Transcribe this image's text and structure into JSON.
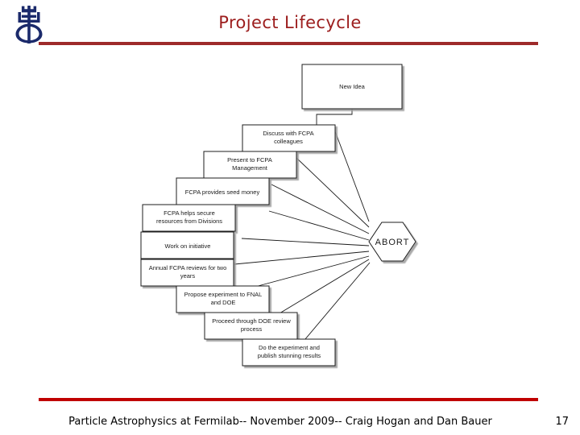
{
  "slide": {
    "title": "Project Lifecycle",
    "footer": "Particle Astrophysics at Fermilab-- November 2009-- Craig Hogan and Dan Bauer",
    "page_number": "17",
    "title_color": "#9c1d1d",
    "rule_color": "#c00000"
  },
  "logo": {
    "name": "fermilab-logo"
  },
  "diagram": {
    "type": "flowchart",
    "nodes": [
      {
        "id": "new-idea",
        "label_lines": [
          "New Idea"
        ],
        "shape": "rect"
      },
      {
        "id": "discuss",
        "label_lines": [
          "Discuss with FCPA",
          "colleagues"
        ],
        "shape": "rect"
      },
      {
        "id": "present",
        "label_lines": [
          "Present to FCPA",
          "Management"
        ],
        "shape": "rect"
      },
      {
        "id": "seed-money",
        "label_lines": [
          "FCPA provides seed money"
        ],
        "shape": "rect"
      },
      {
        "id": "secure",
        "label_lines": [
          "FCPA helps secure",
          "resources from Divisions"
        ],
        "shape": "rect"
      },
      {
        "id": "work",
        "label_lines": [
          "Work on initiative"
        ],
        "shape": "rect"
      },
      {
        "id": "annual-review",
        "label_lines": [
          "Annual FCPA reviews for two",
          "years"
        ],
        "shape": "rect"
      },
      {
        "id": "propose",
        "label_lines": [
          "Propose experiment to FNAL",
          "and DOE"
        ],
        "shape": "rect"
      },
      {
        "id": "doe-review",
        "label_lines": [
          "Proceed through DOE review",
          "process"
        ],
        "shape": "rect"
      },
      {
        "id": "do-experiment",
        "label_lines": [
          "Do the experiment and",
          "publish stunning results"
        ],
        "shape": "rect"
      },
      {
        "id": "abort",
        "label_lines": [
          "ABORT"
        ],
        "shape": "hexagon"
      }
    ],
    "edges": [
      {
        "from": "new-idea",
        "to": "discuss"
      },
      {
        "from": "discuss",
        "to": "present"
      },
      {
        "from": "present",
        "to": "seed-money"
      },
      {
        "from": "seed-money",
        "to": "secure"
      },
      {
        "from": "secure",
        "to": "work"
      },
      {
        "from": "work",
        "to": "annual-review"
      },
      {
        "from": "annual-review",
        "to": "propose"
      },
      {
        "from": "propose",
        "to": "doe-review"
      },
      {
        "from": "doe-review",
        "to": "do-experiment"
      },
      {
        "from": "discuss",
        "to": "abort"
      },
      {
        "from": "present",
        "to": "abort"
      },
      {
        "from": "seed-money",
        "to": "abort"
      },
      {
        "from": "secure",
        "to": "abort"
      },
      {
        "from": "work",
        "to": "abort"
      },
      {
        "from": "annual-review",
        "to": "abort"
      },
      {
        "from": "propose",
        "to": "abort"
      },
      {
        "from": "doe-review",
        "to": "abort"
      }
    ]
  }
}
